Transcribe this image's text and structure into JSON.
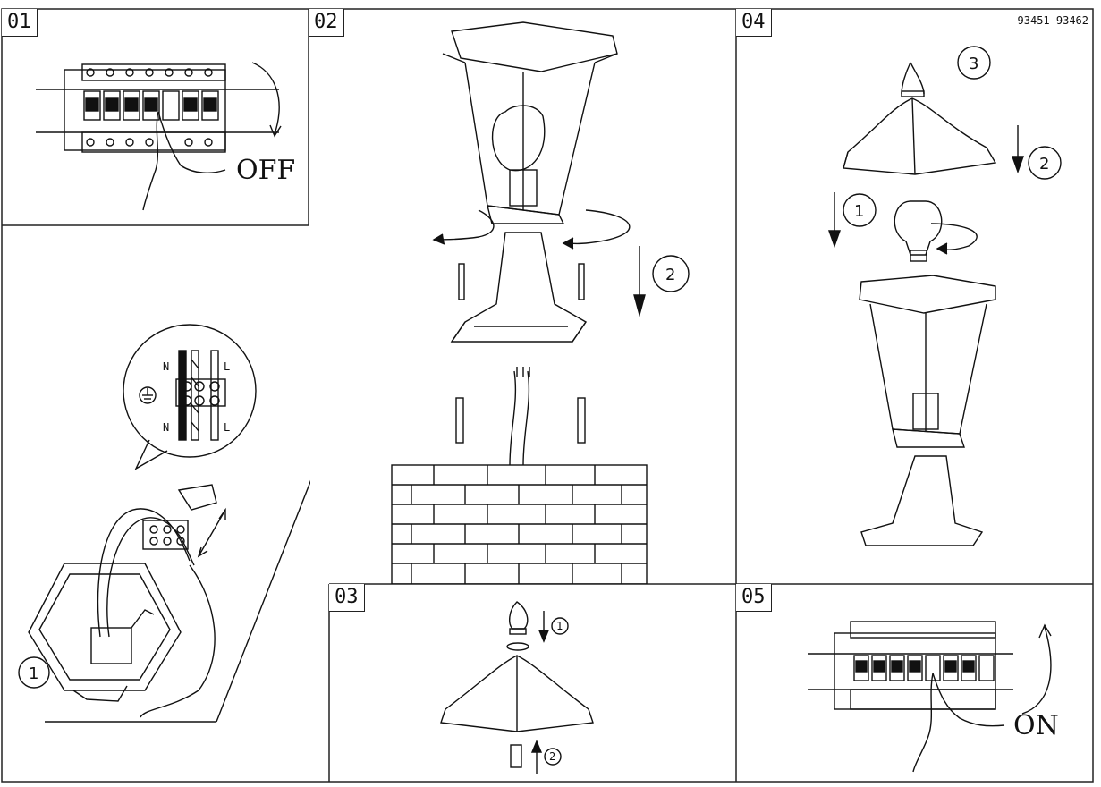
{
  "document_code": "93451-93462",
  "panels": {
    "p01": {
      "number": "01",
      "switch_state": "OFF"
    },
    "p02": {
      "number": "02",
      "step_2": "2"
    },
    "p03": {
      "number": "03",
      "step_1": "1",
      "step_2": "2"
    },
    "p04": {
      "number": "04",
      "step_1": "1",
      "step_2": "2",
      "step_3": "3"
    },
    "p05": {
      "number": "05",
      "switch_state": "ON"
    }
  },
  "wiring": {
    "neutral_top": "N",
    "live_top": "L",
    "neutral_bottom": "N",
    "live_bottom": "L",
    "step_1": "1"
  }
}
